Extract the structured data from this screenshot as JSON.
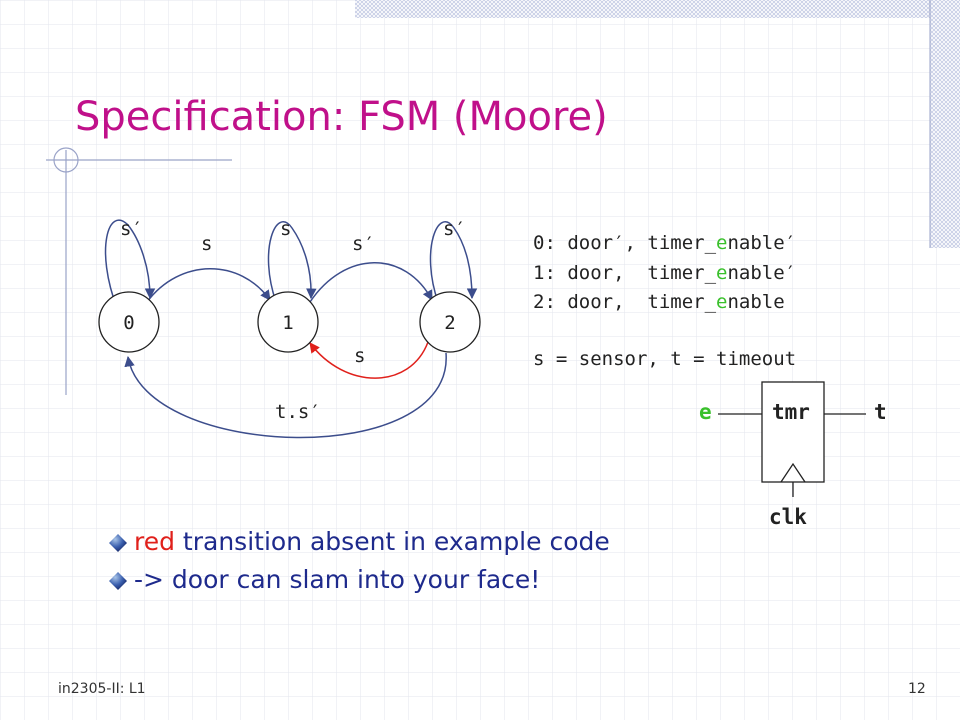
{
  "title": "Specification: FSM (Moore)",
  "diagram": {
    "states": [
      "0",
      "1",
      "2"
    ],
    "self_loop_labels": [
      "s′",
      "s",
      "s′"
    ],
    "edge_0_1_label": "s",
    "edge_1_2_label": "s′",
    "edge_2_1_label": "s",
    "edge_2_0_label": "t.s′"
  },
  "outputs": [
    {
      "prefix": "0: door′, timer_",
      "mark": "e",
      "suffix": "nable′"
    },
    {
      "prefix": "1: door,  timer_",
      "mark": "e",
      "suffix": "nable′"
    },
    {
      "prefix": "2: door,  timer_",
      "mark": "e",
      "suffix": "nable"
    }
  ],
  "definitions": "s = sensor, t = timeout",
  "timer": {
    "name": "tmr",
    "input": "e",
    "output": "t",
    "clock": "clk"
  },
  "bullets": [
    {
      "highlight": "red",
      "rest": " transition absent in example code"
    },
    {
      "highlight": "",
      "rest": "-> door can slam into your face!"
    }
  ],
  "footer": {
    "left": "in2305-II: L1",
    "page": "12"
  },
  "colors": {
    "title": "#c0108a",
    "bullet_text": "#1e2a8c",
    "highlight": "#e0201b",
    "red_transition": "#e0201b",
    "arrow": "#3c4d8c",
    "enable_mark": "#39c02b"
  }
}
